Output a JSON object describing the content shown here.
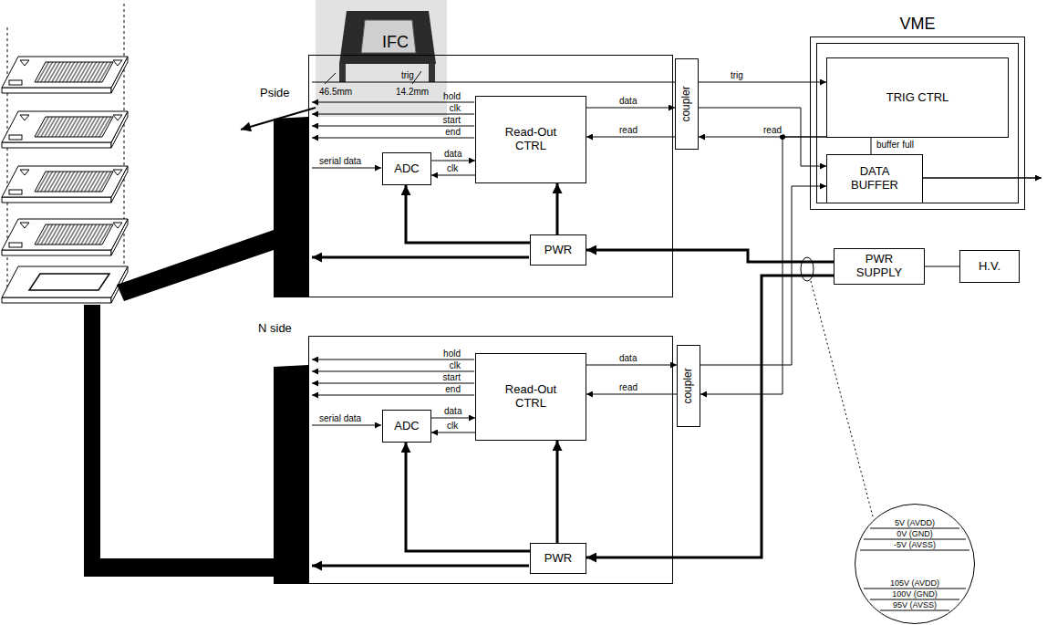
{
  "diagram": {
    "nodes": [
      {
        "text": [
          "IFC",
          "Pside"
        ]
      },
      {
        "text": [
          "Read-Out CTRL"
        ],
        "in": 0
      },
      {
        "text": [
          "ADC"
        ],
        "in": 0
      },
      {
        "text": [
          "PWR"
        ],
        "in": 0
      },
      {
        "text": [
          "coupler"
        ]
      },
      {
        "text": [
          "VME"
        ]
      },
      {
        "text": [
          "TRIG CTRL"
        ],
        "in": 5
      },
      {
        "text": [
          "DATA BUFFER"
        ],
        "in": 5
      },
      {
        "text": [
          "N side"
        ]
      },
      {
        "text": [
          "Read-Out CTRL"
        ],
        "in": 8
      },
      {
        "text": [
          "ADC"
        ],
        "in": 8
      },
      {
        "text": [
          "PWR"
        ],
        "in": 8
      },
      {
        "text": [
          "coupler"
        ]
      },
      {
        "text": [
          "PWR SUPPLY"
        ]
      },
      {
        "text": [
          "H.V."
        ]
      },
      {
        "text": [
          "5V (AVDD)",
          "0V (GND)",
          "-5V (AVSS)",
          "105V (AVDD)",
          "100V (GND)",
          "95V (AVSS)"
        ]
      }
    ],
    "edges": [
      {
        "from": 2,
        "to": 1,
        "arrow": "to",
        "label": "data"
      },
      {
        "from": 1,
        "to": 2,
        "arrow": "to",
        "label": "clk"
      },
      {
        "from": 3,
        "to": 1,
        "arrow": "to"
      },
      {
        "from": 3,
        "to": 2,
        "arrow": "to"
      },
      {
        "from": 1,
        "to": 4,
        "arrow": "to",
        "label": "data"
      },
      {
        "from": 4,
        "to": 1,
        "arrow": "to",
        "label": "read"
      },
      {
        "from": 4,
        "to": 6,
        "arrow": "to",
        "label": "trig"
      },
      {
        "from": 4,
        "to": 7,
        "arrow": "to"
      },
      {
        "from": 6,
        "to": 4,
        "arrow": "to",
        "label": "read"
      },
      {
        "from": 6,
        "to": 12,
        "arrow": "to"
      },
      {
        "from": 7,
        "to": 6,
        "arrow": "none",
        "label": "buffer full"
      },
      {
        "from": 10,
        "to": 9,
        "arrow": "to",
        "label": "data"
      },
      {
        "from": 9,
        "to": 10,
        "arrow": "to",
        "label": "clk"
      },
      {
        "from": 11,
        "to": 9,
        "arrow": "to"
      },
      {
        "from": 11,
        "to": 10,
        "arrow": "to"
      },
      {
        "from": 9,
        "to": 12,
        "arrow": "to",
        "label": "data"
      },
      {
        "from": 12,
        "to": 9,
        "arrow": "to",
        "label": "read"
      },
      {
        "from": 12,
        "to": 7,
        "arrow": "to"
      },
      {
        "from": 13,
        "to": 3,
        "arrow": "to"
      },
      {
        "from": 13,
        "to": 11,
        "arrow": "to"
      },
      {
        "from": 14,
        "to": 13,
        "arrow": "none"
      }
    ],
    "labels": [
      "46.5mm",
      "14.2mm",
      "trig",
      "hold",
      "clk",
      "start",
      "end",
      "serial data",
      "hold",
      "clk",
      "start",
      "end",
      "serial data"
    ]
  }
}
